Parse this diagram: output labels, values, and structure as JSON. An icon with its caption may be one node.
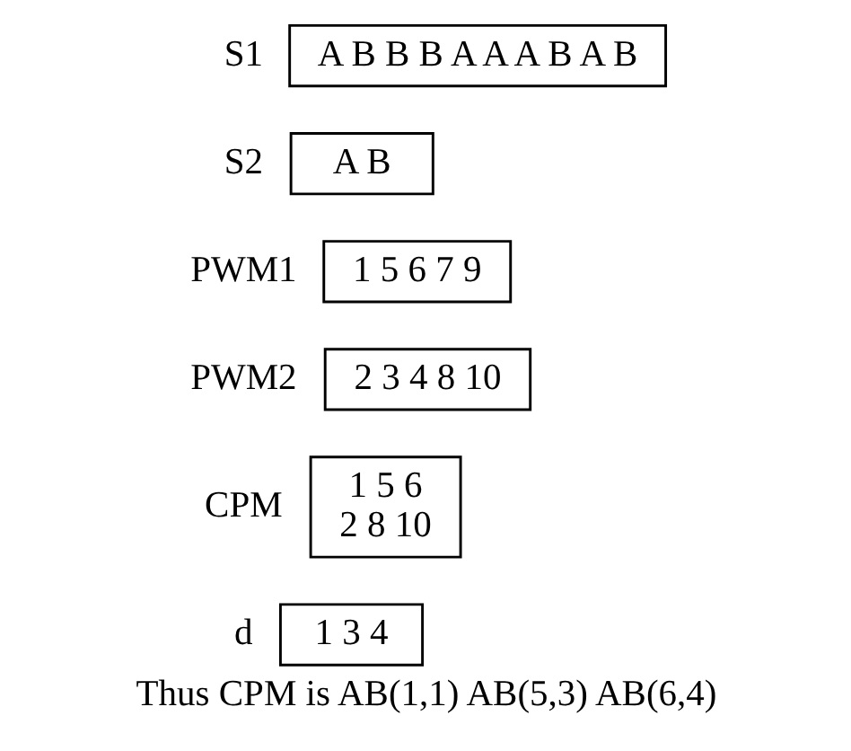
{
  "diagram": {
    "caption": "Thus CPM is AB(1,1) AB(5,3) AB(6,4)",
    "nodes": [
      {
        "text": [
          "A B B B A A A B A B"
        ],
        "beside": [
          "S1"
        ]
      },
      {
        "text": [
          "A B"
        ],
        "beside": [
          "S2"
        ]
      },
      {
        "text": [
          "1 5 6 7 9"
        ],
        "beside": [
          "PWM1"
        ]
      },
      {
        "text": [
          "2 3 4 8 10"
        ],
        "beside": [
          "PWM2"
        ]
      },
      {
        "text": [
          "1 5 6",
          "2 8 10"
        ],
        "beside": [
          "CPM"
        ]
      },
      {
        "text": [
          "1 3 4"
        ],
        "beside": [
          "d"
        ]
      }
    ],
    "edges": []
  }
}
